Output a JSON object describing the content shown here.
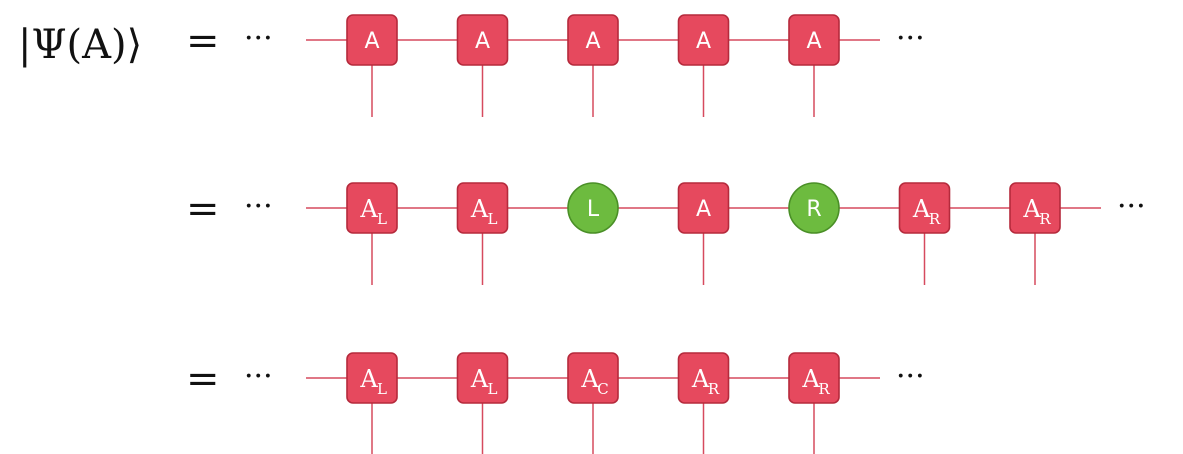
{
  "lhs": "|Ψ(A)⟩",
  "equals": "=",
  "ellipsis": "···",
  "colors": {
    "tensor": "#e6495e",
    "gauge": "#6dbb3f",
    "bond": "#d64a5e"
  },
  "rows": [
    {
      "name": "uniform-mps",
      "nodes": [
        {
          "shape": "square",
          "label": "A",
          "sub": ""
        },
        {
          "shape": "square",
          "label": "A",
          "sub": ""
        },
        {
          "shape": "square",
          "label": "A",
          "sub": ""
        },
        {
          "shape": "square",
          "label": "A",
          "sub": ""
        },
        {
          "shape": "square",
          "label": "A",
          "sub": ""
        }
      ]
    },
    {
      "name": "gauge-decomposed-mps",
      "nodes": [
        {
          "shape": "square",
          "label": "A",
          "sub": "L"
        },
        {
          "shape": "square",
          "label": "A",
          "sub": "L"
        },
        {
          "shape": "circle",
          "label": "L",
          "sub": ""
        },
        {
          "shape": "square",
          "label": "A",
          "sub": ""
        },
        {
          "shape": "circle",
          "label": "R",
          "sub": ""
        },
        {
          "shape": "square",
          "label": "A",
          "sub": "R"
        },
        {
          "shape": "square",
          "label": "A",
          "sub": "R"
        }
      ]
    },
    {
      "name": "mixed-canonical-mps",
      "nodes": [
        {
          "shape": "square",
          "label": "A",
          "sub": "L"
        },
        {
          "shape": "square",
          "label": "A",
          "sub": "L"
        },
        {
          "shape": "square",
          "label": "A",
          "sub": "C"
        },
        {
          "shape": "square",
          "label": "A",
          "sub": "R"
        },
        {
          "shape": "square",
          "label": "A",
          "sub": "R"
        }
      ]
    }
  ]
}
